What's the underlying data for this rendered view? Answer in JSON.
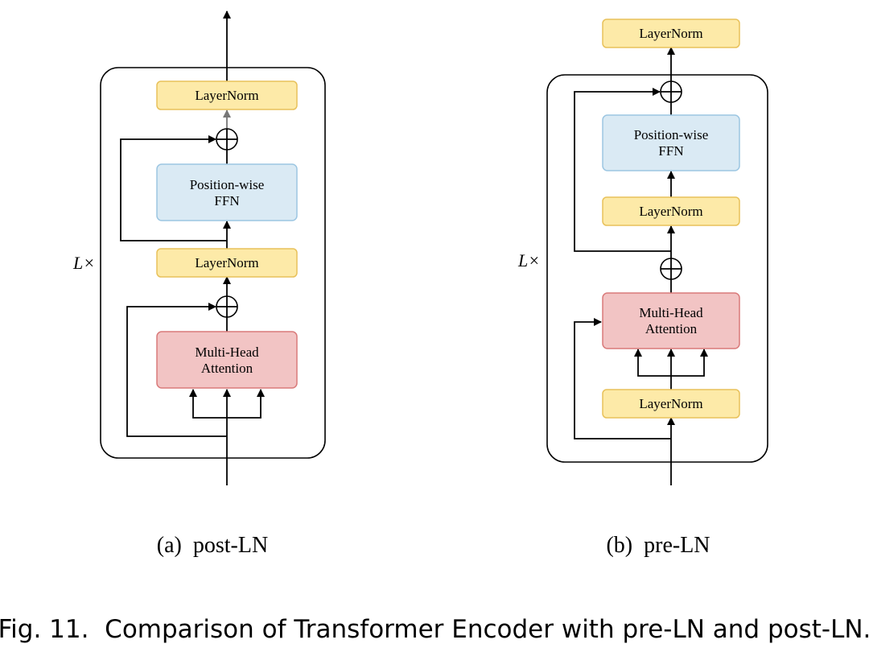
{
  "post_ln": {
    "layernorm_top": "LayerNorm",
    "ffn_line1": "Position-wise",
    "ffn_line2": "FFN",
    "layernorm_mid": "LayerNorm",
    "mha_line1": "Multi-Head",
    "mha_line2": "Attention",
    "repeat_label": "L×",
    "caption": "(a)  post-LN"
  },
  "pre_ln": {
    "layernorm_final": "LayerNorm",
    "ffn_line1": "Position-wise",
    "ffn_line2": "FFN",
    "layernorm_ffn": "LayerNorm",
    "mha_line1": "Multi-Head",
    "mha_line2": "Attention",
    "layernorm_mha": "LayerNorm",
    "repeat_label": "L×",
    "caption": "(b)  pre-LN"
  },
  "figure_caption": "Fig. 11.  Comparison of Transformer Encoder with pre-LN and post-LN.",
  "colors": {
    "layernorm_fill": "#fdeaa8",
    "ffn_fill": "#daeaf4",
    "attention_fill": "#f2c4c4"
  }
}
